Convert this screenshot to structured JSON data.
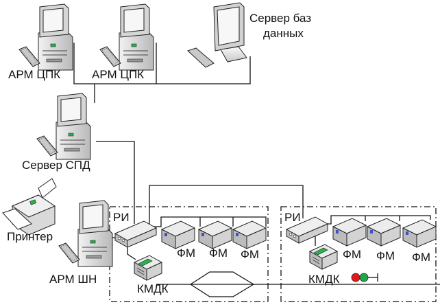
{
  "labels": {
    "arm_cpk_1": "АРМ ЦПК",
    "arm_cpk_2": "АРМ ЦПК",
    "db_server_line1": "Сервер баз",
    "db_server_line2": "данных",
    "spd_server": "Сервер СПД",
    "printer": "Принтер",
    "arm_shn": "АРМ ШН",
    "ri_left": "РИ",
    "ri_right": "РИ",
    "fm": "ФМ",
    "kmdk_left": "КМДК",
    "kmdk_right": "КМДК"
  },
  "icons": {
    "computer": "computer-icon",
    "printer": "printer-icon",
    "switch": "network-switch-icon",
    "module": "module-icon",
    "signal": "signal-icon"
  },
  "colors": {
    "signal_red": "#e0191b",
    "signal_green": "#1fa84a",
    "device_body": "#d4d4d4",
    "screen": "#f4f4f4",
    "led_green": "#26b34a",
    "led_blue": "#3b54c4"
  }
}
